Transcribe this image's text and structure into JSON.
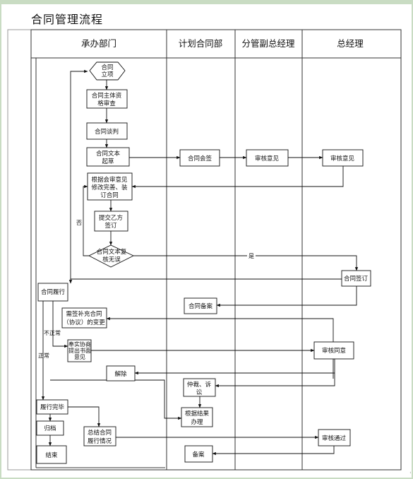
{
  "title": "合同管理流程",
  "lanes": [
    "承办部门",
    "计划合同部",
    "分管副总经理",
    "总经理"
  ],
  "nodes": {
    "start": [
      "合同",
      "立项"
    ],
    "review": [
      "合同主体资",
      "格审查"
    ],
    "negotiate": [
      "合同谈判"
    ],
    "draft": [
      "合同文本",
      "起草"
    ],
    "countersign": [
      "合同会签"
    ],
    "vp_review": [
      "审核意见"
    ],
    "gm_review": [
      "审核意见"
    ],
    "revise": [
      "根据会审意见",
      "修改完善、装",
      "订合同"
    ],
    "submit": [
      "提交乙方",
      "签订"
    ],
    "check": [
      "合同文本复",
      "核无误"
    ],
    "gm_sign": [
      "合同签订"
    ],
    "perform": [
      "合同履行"
    ],
    "filing1": [
      "合同备案"
    ],
    "supplement": [
      "需签补充合同",
      "（协议）的变更"
    ],
    "consult": [
      "奉实协商",
      "提出书面",
      "意见"
    ],
    "gm_agree": [
      "审核同意"
    ],
    "terminate": [
      "解除"
    ],
    "dispute": [
      "仲裁、诉",
      "讼"
    ],
    "handle": [
      "根据结果",
      "办理"
    ],
    "complete": [
      "履行完毕"
    ],
    "archive": [
      "归档"
    ],
    "summary": [
      "总结合同",
      "履行情况"
    ],
    "gm_pass": [
      "审核通过"
    ],
    "end": [
      "结束"
    ],
    "filing2": [
      "备案"
    ]
  },
  "labels": {
    "no": "否",
    "yes": "是",
    "abnormal": "不正常",
    "normal": "正常"
  },
  "corner": "ᵢ"
}
